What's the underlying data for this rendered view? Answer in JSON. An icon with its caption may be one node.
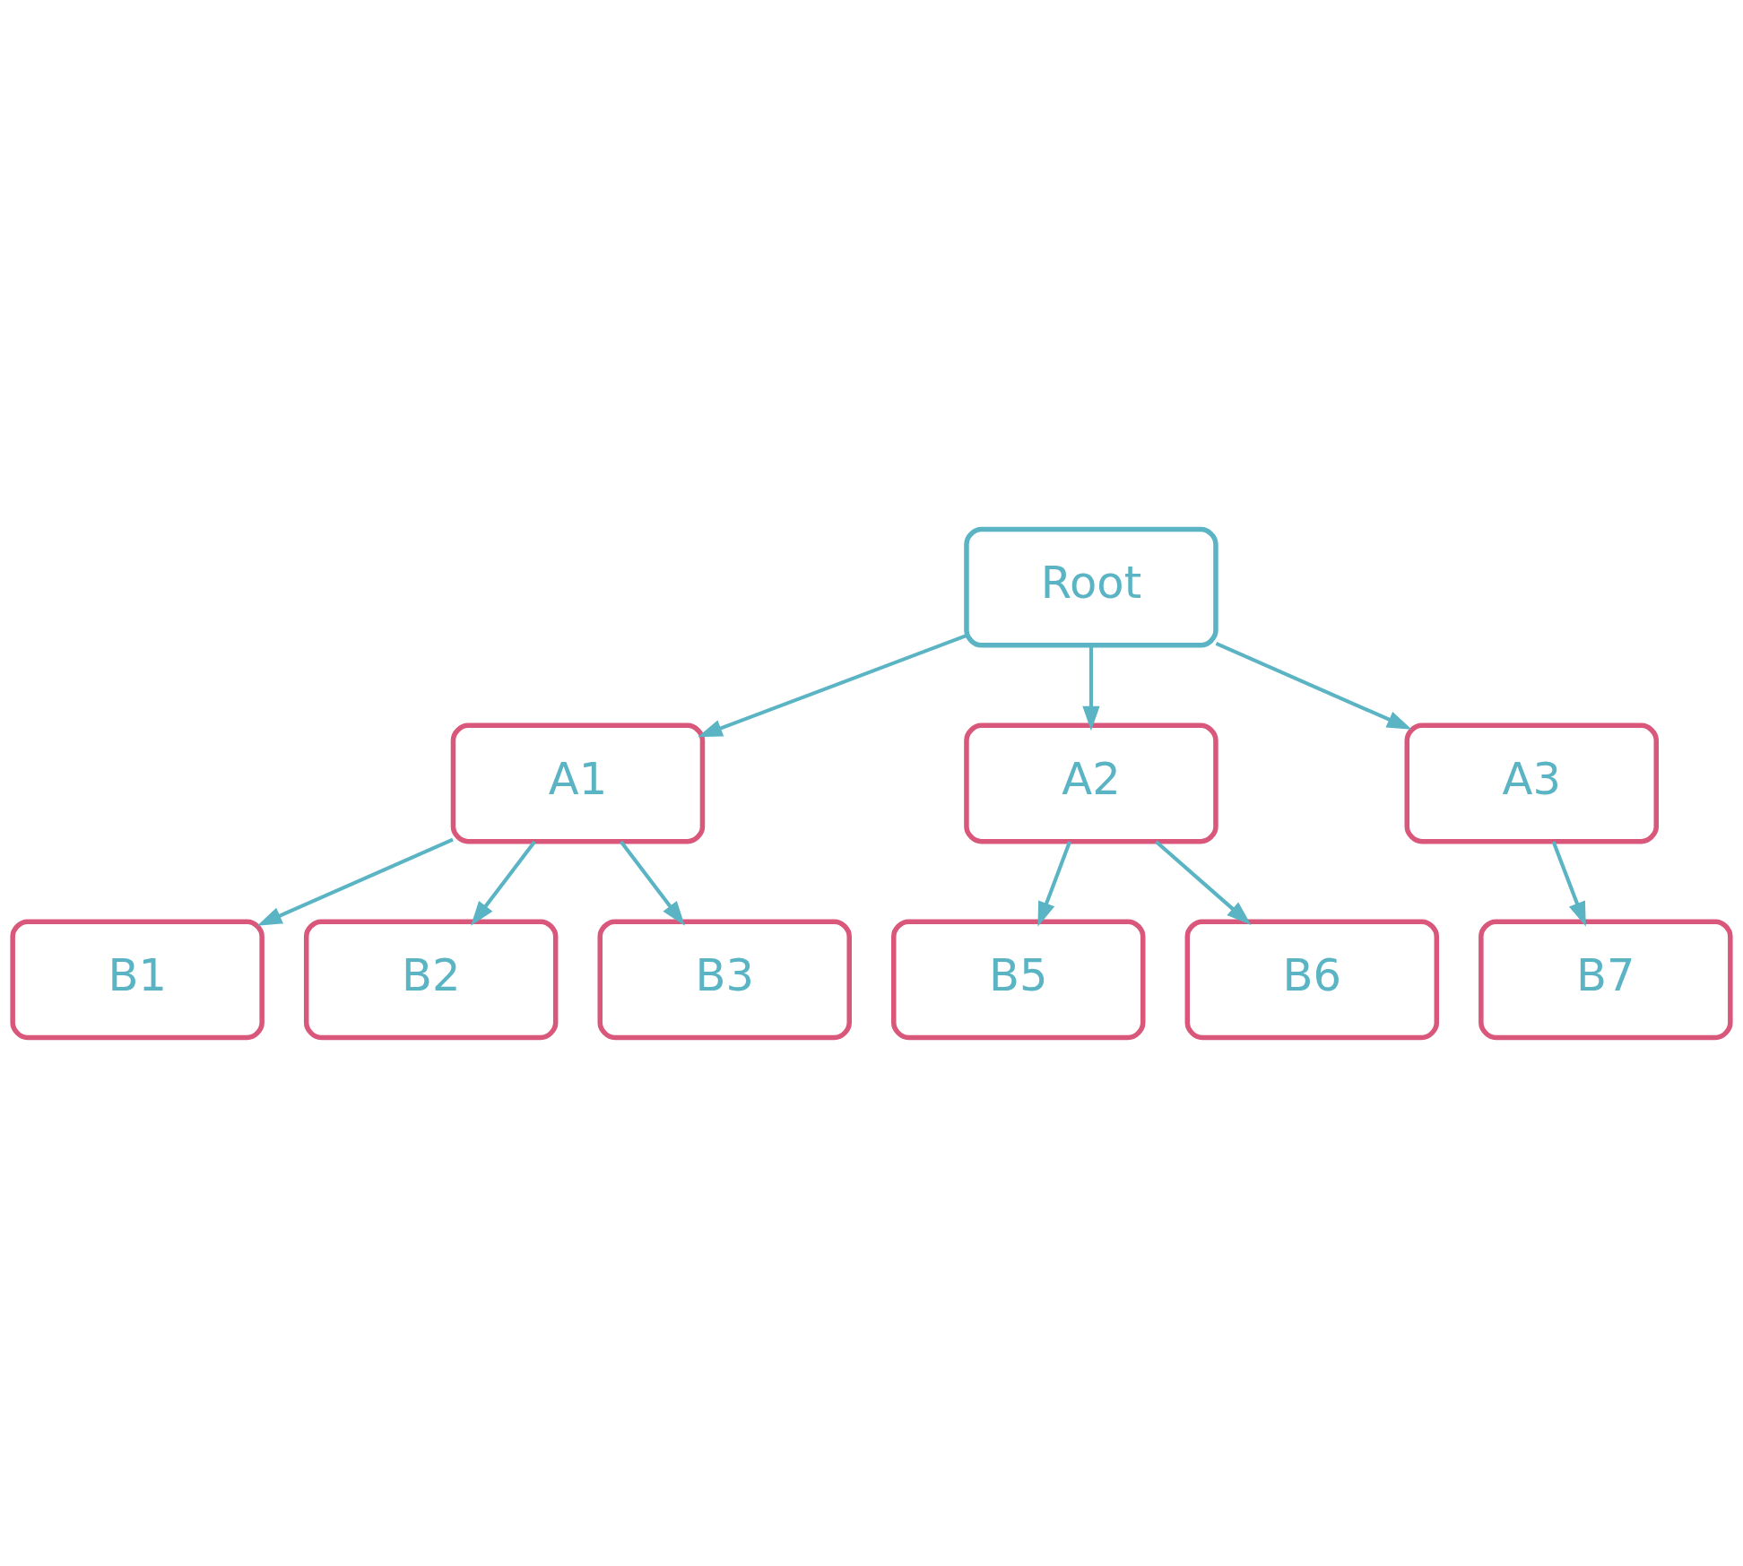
{
  "diagram": {
    "nodes": [
      {
        "text": [
          "Root"
        ]
      },
      {
        "text": [
          "A1"
        ]
      },
      {
        "text": [
          "A2"
        ]
      },
      {
        "text": [
          "A3"
        ]
      },
      {
        "text": [
          "B1"
        ]
      },
      {
        "text": [
          "B2"
        ]
      },
      {
        "text": [
          "B3"
        ]
      },
      {
        "text": [
          "B5"
        ]
      },
      {
        "text": [
          "B6"
        ]
      },
      {
        "text": [
          "B7"
        ]
      }
    ],
    "edges": [
      {
        "from": 0,
        "to": 1,
        "arrow": "to"
      },
      {
        "from": 0,
        "to": 2,
        "arrow": "to"
      },
      {
        "from": 0,
        "to": 3,
        "arrow": "to"
      },
      {
        "from": 1,
        "to": 4,
        "arrow": "to"
      },
      {
        "from": 1,
        "to": 5,
        "arrow": "to"
      },
      {
        "from": 1,
        "to": 6,
        "arrow": "to"
      },
      {
        "from": 2,
        "to": 8,
        "arrow": "to"
      },
      {
        "from": 2,
        "to": 7,
        "arrow": "to"
      },
      {
        "from": 3,
        "to": 9,
        "arrow": "to"
      }
    ]
  }
}
